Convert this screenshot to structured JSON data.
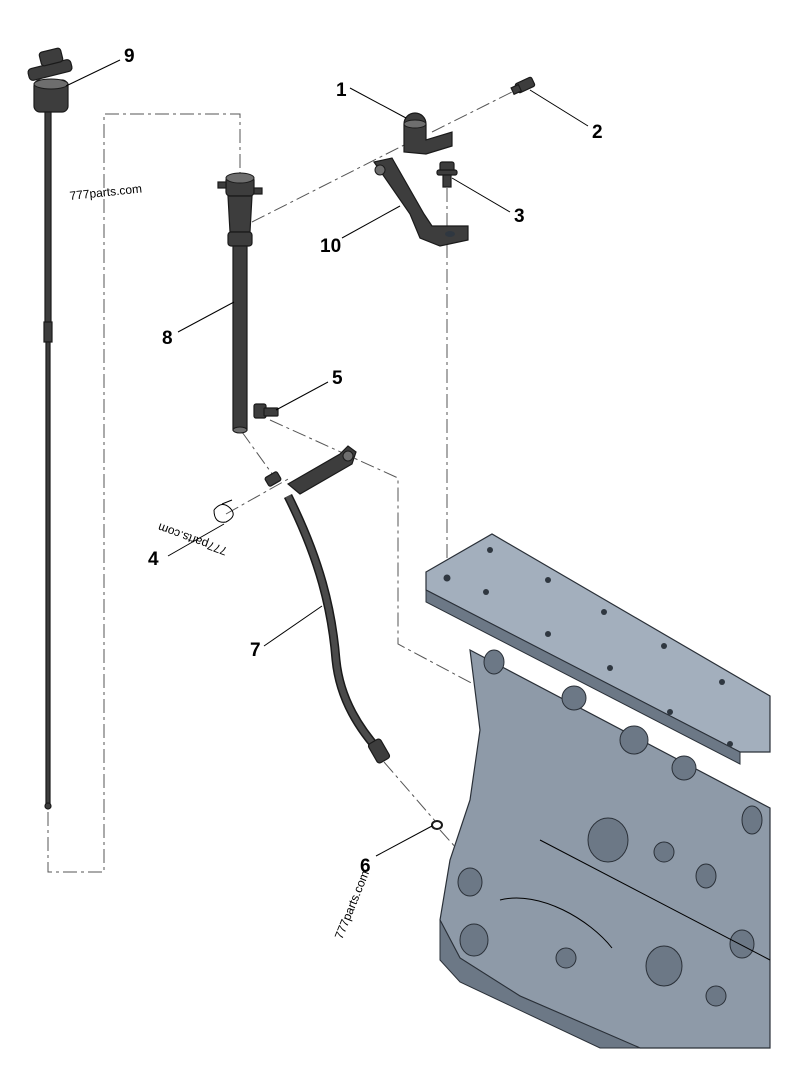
{
  "callouts": [
    {
      "id": "1",
      "label": "1"
    },
    {
      "id": "2",
      "label": "2"
    },
    {
      "id": "3",
      "label": "3"
    },
    {
      "id": "4",
      "label": "4"
    },
    {
      "id": "5",
      "label": "5"
    },
    {
      "id": "6",
      "label": "6"
    },
    {
      "id": "7",
      "label": "7"
    },
    {
      "id": "8",
      "label": "8"
    },
    {
      "id": "9",
      "label": "9"
    },
    {
      "id": "10",
      "label": "10"
    }
  ],
  "watermarks": {
    "top_left": "777parts.com",
    "middle_rotated": "777parts.com",
    "bottom_rotated": "777parts.com"
  },
  "colors": {
    "parts": "#3d3d3d",
    "engine_block": "#8e9aa8",
    "background": "#ffffff"
  }
}
